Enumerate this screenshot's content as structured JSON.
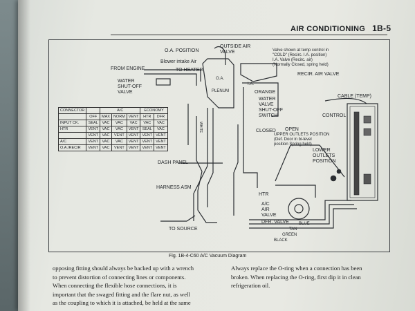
{
  "header": {
    "section": "AIR CONDITIONING",
    "page": "1B-5"
  },
  "diagram_labels": {
    "oa_position": "O.A. POSITION",
    "outside_air_valve": "OUTSIDE AIR\nVALVE",
    "valve_note": "Valve shown at temp control in\n\"COLD\" (Recirc. I.A. position)\nI.A. Valve (Recirc. air)\n(Normally Closed, spring held)",
    "blower_intake_air": "Blower intake Air",
    "from_engine": "FROM ENGINE",
    "to_heater": "TO HEATER",
    "water_shutoff_valve": "WATER\nSHUT-OFF\nVALVE",
    "recir_air_valve": "RECIR. AIR VALVE",
    "plenum": "PLENUM",
    "ia": "I.A.",
    "oa": "O.A.",
    "orange": "ORANGE",
    "water_valve_shutoff_switch": "WATER\nVALVE\nSHUT-OFF\nSWITCH",
    "cable_temp": "CABLE (TEMP)",
    "control": "CONTROL",
    "closed": "CLOSED",
    "open": "OPEN",
    "upper_outlets": "UPPER OUTLETS POSITION\n(Def. Door in bi-level\nposition Spring held)",
    "lower_outlets": "LOWER\nOUTLETS\nPOSITION",
    "dash_panel": "DASH PANEL",
    "harness_asm": "HARNESS ASM",
    "to_source": "TO SOURCE",
    "htr": "HTR",
    "ac_air_valve": "A/C\nAIR\nVALVE",
    "dfr_valve": "DFR. VALVE",
    "blue": "BLUE",
    "tan": "TAN",
    "green": "GREEN",
    "black": "BLACK",
    "white": "WHITE"
  },
  "connector_table": {
    "head1": [
      "CONNECTOR",
      "",
      "A/C",
      "",
      "",
      "ECONOMY",
      ""
    ],
    "head2": [
      "",
      "OFF",
      "MAX",
      "NORM",
      "VENT",
      "HTR",
      "DFR"
    ],
    "rows": [
      [
        "INPUT CK.",
        "SEAL",
        "VAC",
        "VAC",
        "VAC",
        "VAC",
        "VAC"
      ],
      [
        "HTR",
        "VENT",
        "VAC",
        "VAC",
        "VENT",
        "SEAL",
        "VAC"
      ],
      [
        "",
        "VENT",
        "VAC",
        "VENT",
        "VENT",
        "VENT",
        "VENT"
      ],
      [
        "A/C",
        "VENT",
        "VAC",
        "VAC",
        "VENT",
        "VENT",
        "VENT"
      ],
      [
        "O.A./RECIR",
        "VENT",
        "VAC",
        "VENT",
        "VENT",
        "VENT",
        "VENT"
      ]
    ]
  },
  "caption": "Fig. 1B-4-C60 A/C Vacuum Diagram",
  "body_left": "opposing fitting should always be backed up with a wrench\nto prevent distortion of connecting lines or components.\nWhen connecting the flexible hose connections, it is\nimportant that the swaged fitting and the flare nut, as well\nas the coupling to which it is attached, be held at the same",
  "body_right": "Always replace the O-ring when a connection has been\nbroken. When replacing the O-ring, first dip it in clean\nrefrigeration oil."
}
